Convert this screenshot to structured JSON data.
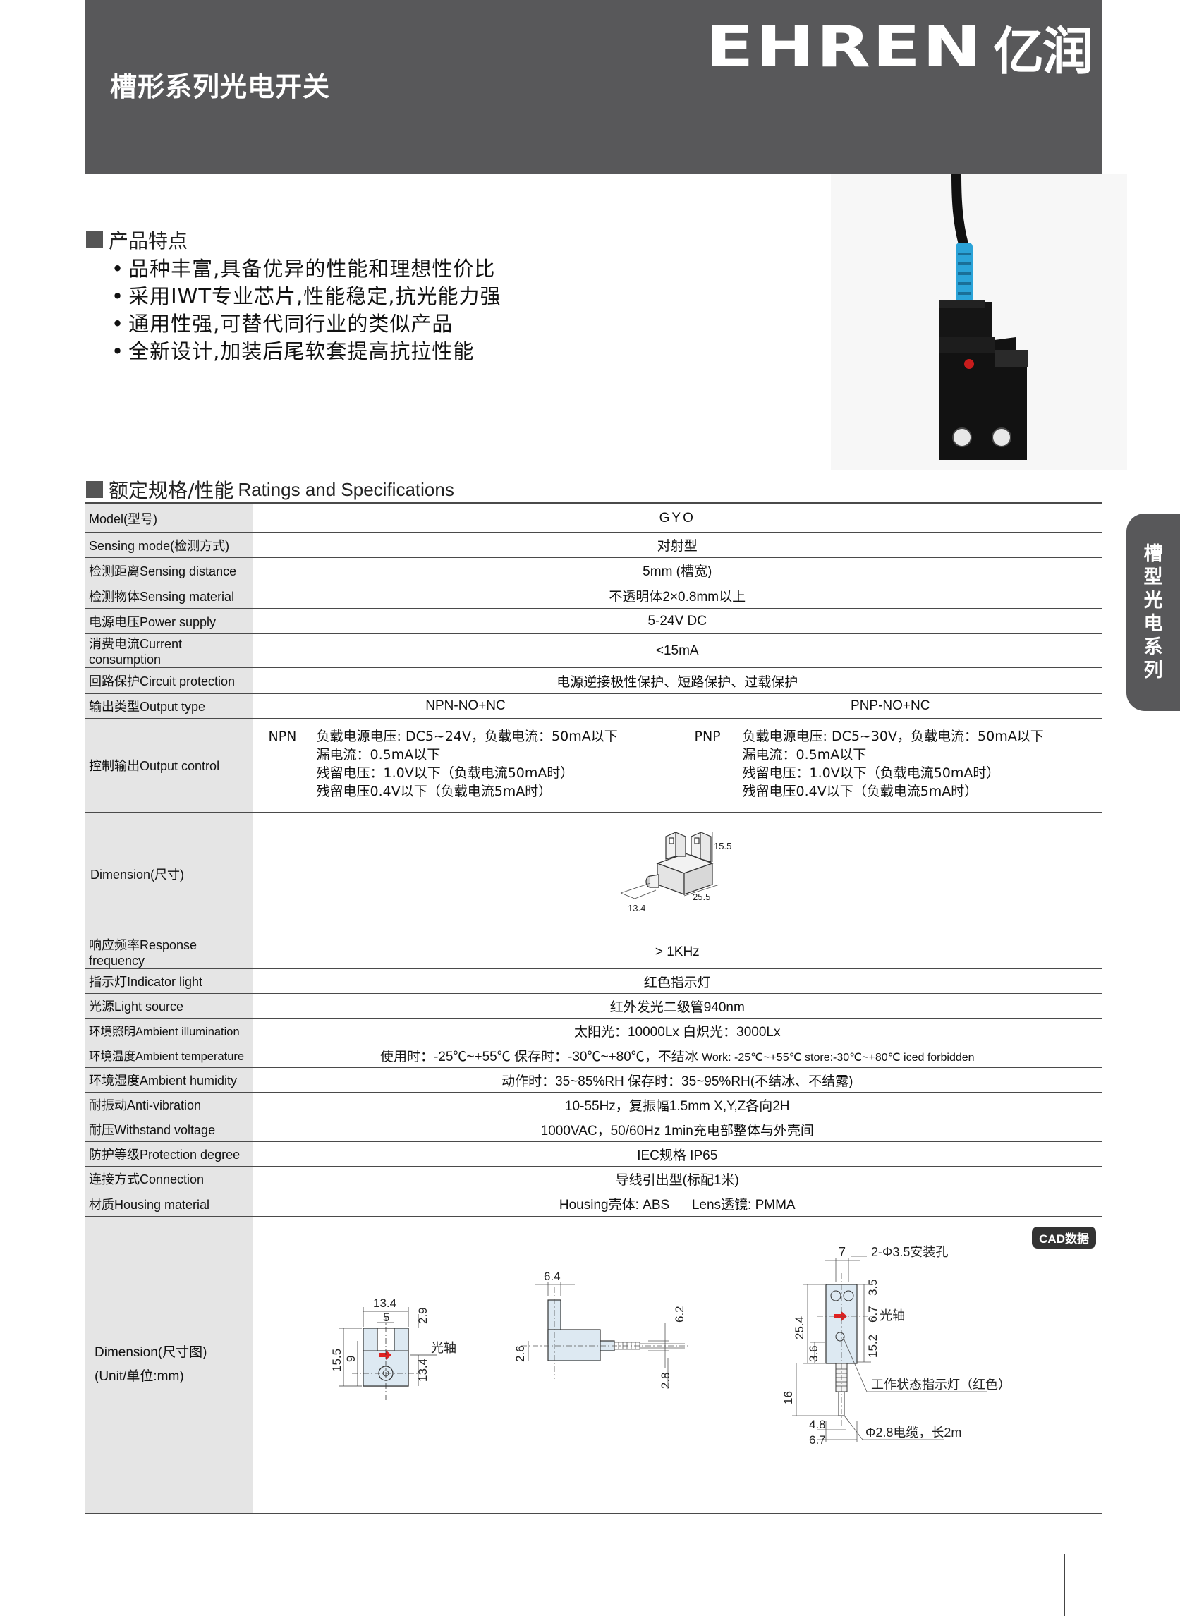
{
  "header": {
    "title": "槽形系列光电开关",
    "logo_latin": "EHREN",
    "logo_cjk": "亿润"
  },
  "features": {
    "heading": "产品特点",
    "items": [
      "品种丰富,具备优异的性能和理想性价比",
      "采用IWT专业芯片,性能稳定,抗光能力强",
      "通用性强,可替代同行业的类似产品",
      "全新设计,加装后尾软套提高抗拉性能"
    ]
  },
  "specs": {
    "heading_cn": "额定规格/性能",
    "heading_en": "Ratings and Specifications",
    "model": {
      "label": "Model(型号)",
      "value": "GYO"
    },
    "sensing_mode": {
      "label": "Sensing mode(检测方式)",
      "value": "对射型"
    },
    "sensing_distance": {
      "label": "检测距离Sensing distance",
      "value": "5mm (槽宽)"
    },
    "sensing_material": {
      "label": "检测物体Sensing material",
      "value": "不透明体2×0.8mm以上"
    },
    "power_supply": {
      "label": "电源电压Power supply",
      "value": "5-24V DC"
    },
    "current": {
      "label": "消费电流Current consumption",
      "value": "<15mA"
    },
    "circuit_protection": {
      "label": "回路保护Circuit protection",
      "value": "电源逆接极性保护、短路保护、过载保护"
    },
    "output_type": {
      "label": "输出类型Output type",
      "npn": "NPN-NO+NC",
      "pnp": "PNP-NO+NC"
    },
    "output_control": {
      "label": "控制输出Output control",
      "npn_tag": "NPN",
      "npn_lines": [
        "负载电源电压:  DC5~24V，负载电流：50mA以下",
        "漏电流：0.5mA以下",
        "残留电压：1.0V以下（负载电流50mA时）",
        "残留电压0.4V以下（负载电流5mA时）"
      ],
      "pnp_tag": "PNP",
      "pnp_lines": [
        "负载电源电压:  DC5~30V，负载电流：50mA以下",
        "漏电流：0.5mA以下",
        "残留电压：1.0V以下（负载电流50mA时）",
        "残留电压0.4V以下（负载电流5mA时）"
      ]
    },
    "dimension": {
      "label": "Dimension(尺寸)",
      "d1": "15.5",
      "d2": "25.5",
      "d3": "13.4"
    },
    "response": {
      "label": "响应频率Response frequency",
      "value": "> 1KHz"
    },
    "indicator": {
      "label": "指示灯Indicator light",
      "value": "红色指示灯"
    },
    "light_source": {
      "label": "光源Light source",
      "value": "红外发光二级管940nm"
    },
    "ambient_illum": {
      "label": "环境照明Ambient illumination",
      "value": "太阳光：10000Lx  白炽光：3000Lx"
    },
    "ambient_temp": {
      "label": "环境温度Ambient temperature",
      "value_cn": "使用时：-25℃~+55℃ 保存时：-30℃~+80℃，不结冰",
      "value_en": "Work: -25℃~+55℃  store:-30℃~+80℃ iced forbidden"
    },
    "ambient_humidity": {
      "label": "环境湿度Ambient  humidity",
      "value": "动作时：35~85%RH     保存时：35~95%RH(不结冰、不结露)"
    },
    "vibration": {
      "label": "耐振动Anti-vibration",
      "value": "10-55Hz，复振幅1.5mm X,Y,Z各向2H"
    },
    "withstand": {
      "label": "耐压Withstand voltage",
      "value": "1000VAC，50/60Hz 1min充电部整体与外壳间"
    },
    "protection": {
      "label": "防护等级Protection degree",
      "value": "IEC规格 IP65"
    },
    "connection": {
      "label": "连接方式Connection",
      "value": "导线引出型(标配1米)"
    },
    "housing": {
      "label": "材质Housing material",
      "value": "Housing壳体: ABS      Lens透镜: PMMA"
    },
    "dimension_drawing": {
      "label1": "Dimension(尺寸图)",
      "label2": "(Unit/单位:mm)",
      "cad_badge": "CAD数据",
      "front": {
        "w": "13.4",
        "slot": "5",
        "top": "2.9",
        "h": "15.5",
        "axis": "9",
        "lower": "13.4",
        "axis_label": "光轴"
      },
      "side": {
        "top": "6.4",
        "right": "6.2",
        "left": "2.6",
        "bottom": "2.8"
      },
      "rear": {
        "w": "7",
        "holes": "2-Φ3.5安装孔",
        "d35": "3.5",
        "d67": "6.7",
        "axis_label": "光轴",
        "h254": "25.4",
        "h36": "3.6",
        "h152": "15.2",
        "h16": "16",
        "w48": "4.8",
        "w67": "6.7",
        "indicator_label": "工作状态指示灯（红色）",
        "cable_label": "Φ2.8电缆，长2m"
      }
    }
  },
  "side_tab": [
    "槽",
    "型",
    "光",
    "电",
    "系",
    "列"
  ]
}
